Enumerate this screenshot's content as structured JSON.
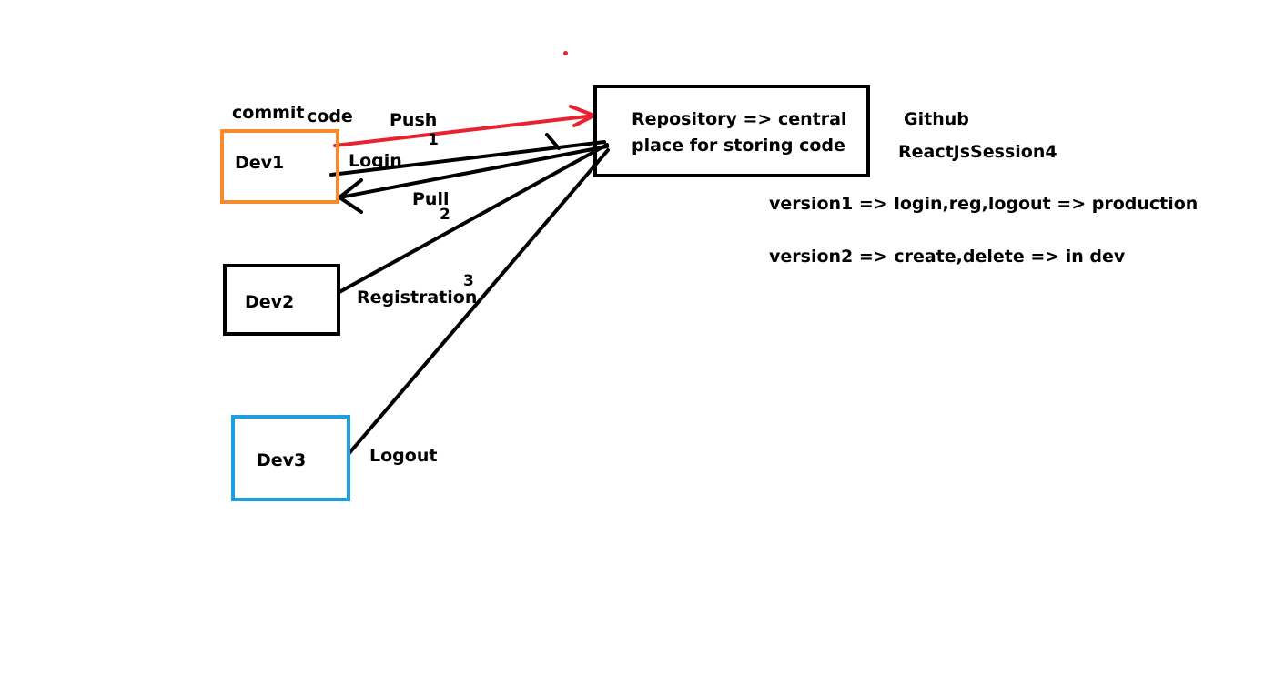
{
  "developers": [
    {
      "label": "Dev1",
      "border_color": "#f58a2f"
    },
    {
      "label": "Dev2",
      "border_color": "#000000"
    },
    {
      "label": "Dev3",
      "border_color": "#1ba1e2"
    }
  ],
  "repository": {
    "line1": "Repository => central",
    "line2": "place for storing code"
  },
  "labels": {
    "commit": "commit",
    "code": "code",
    "push": "Push",
    "login": "Login",
    "pull": "Pull",
    "registration": "Registration",
    "logout": "Logout",
    "step1": "1",
    "step2": "2",
    "step3": "3"
  },
  "notes": {
    "github": "Github",
    "repo_name": "ReactJsSession4",
    "version1": "version1 => login,reg,logout => production",
    "version2": "version2 => create,delete => in dev"
  },
  "colors": {
    "push_arrow": "#e8222e",
    "ink": "#000000"
  }
}
